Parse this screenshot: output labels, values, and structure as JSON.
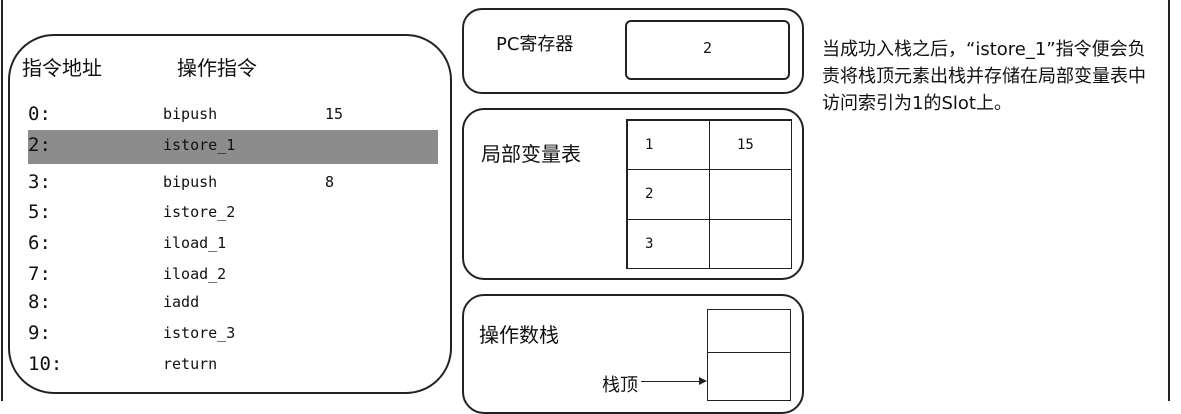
{
  "instructions": {
    "header_addr": "指令地址",
    "header_op": "操作指令",
    "rows": [
      {
        "addr": "0:",
        "op": "bipush",
        "arg": "15",
        "highlighted": false
      },
      {
        "addr": "2:",
        "op": "istore_1",
        "arg": "",
        "highlighted": true
      },
      {
        "addr": "3:",
        "op": "bipush",
        "arg": "8",
        "highlighted": false
      },
      {
        "addr": "5:",
        "op": "istore_2",
        "arg": "",
        "highlighted": false
      },
      {
        "addr": "6:",
        "op": "iload_1",
        "arg": "",
        "highlighted": false
      },
      {
        "addr": "7:",
        "op": "iload_2",
        "arg": "",
        "highlighted": false
      },
      {
        "addr": "8:",
        "op": "iadd",
        "arg": "",
        "highlighted": false
      },
      {
        "addr": "9:",
        "op": "istore_3",
        "arg": "",
        "highlighted": false
      },
      {
        "addr": "10:",
        "op": "return",
        "arg": "",
        "highlighted": false
      }
    ],
    "highlight_color": "#8c8c8c"
  },
  "pc_register": {
    "label": "PC寄存器",
    "value": "2"
  },
  "local_vars": {
    "label": "局部变量表",
    "rows": [
      {
        "index": "1",
        "value": "15"
      },
      {
        "index": "2",
        "value": ""
      },
      {
        "index": "3",
        "value": ""
      }
    ]
  },
  "operand_stack": {
    "label": "操作数栈",
    "top_label": "栈顶"
  },
  "note": "当成功入栈之后，“istore_1”指令便会负责将栈顶元素出栈并存储在局部变量表中访问索引为1的Slot上。"
}
